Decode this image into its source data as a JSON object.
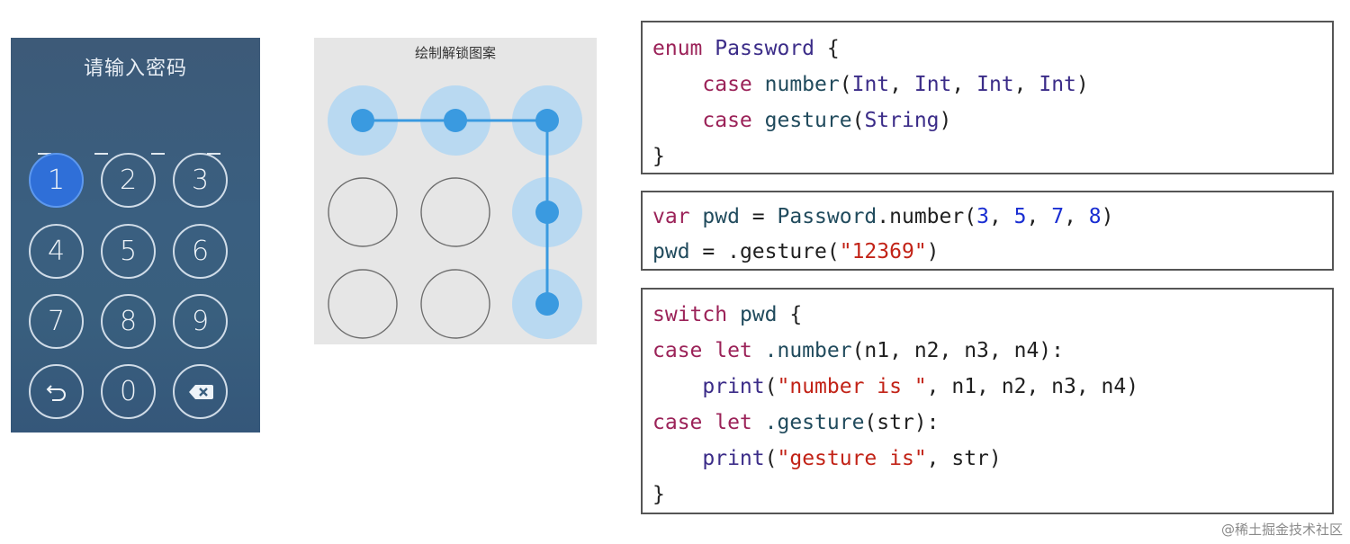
{
  "passcode": {
    "title": "请输入密码",
    "keys": [
      "1",
      "2",
      "3",
      "4",
      "5",
      "6",
      "7",
      "8",
      "9",
      "0"
    ],
    "active_key": "1",
    "icons": [
      "undo-arrow-icon",
      "backspace-delete-icon"
    ]
  },
  "pattern": {
    "title": "绘制解锁图案",
    "selected_dots": [
      1,
      2,
      3,
      6,
      9
    ],
    "colors": {
      "accent": "#3a9ae0",
      "halo": "#b9d9f1",
      "ring": "#6e6e6e"
    }
  },
  "code": {
    "box1": [
      "enum",
      "Password",
      "{",
      "case",
      "number",
      "Int",
      "Int",
      "Int",
      "Int",
      "case",
      "gesture",
      "String",
      "}"
    ],
    "box1_text": {
      "l1_kw": "enum",
      "l1_ty": "Password",
      "l1_rest": " {",
      "l2_kw": "case",
      "l2_fn": "number",
      "l2_p1": "(",
      "l2_t1": "Int",
      "l2_c1": ", ",
      "l2_t2": "Int",
      "l2_c2": ", ",
      "l2_t3": "Int",
      "l2_c3": ", ",
      "l2_t4": "Int",
      "l2_p2": ")",
      "l3_kw": "case",
      "l3_fn": "gesture",
      "l3_p1": "(",
      "l3_ty": "String",
      "l3_p2": ")",
      "l4": "}"
    },
    "box2_text": {
      "l1_kw": "var",
      "l1_fn": "pwd",
      "l1_eq": " = ",
      "l1_ty": "Password",
      "l1_dot": ".",
      "l1_m": "number",
      "l1_p1": "(",
      "l1_n1": "3",
      "l1_c1": ", ",
      "l1_n2": "5",
      "l1_c2": ", ",
      "l1_n3": "7",
      "l1_c3": ", ",
      "l1_n4": "8",
      "l1_p2": ")",
      "l2_fn": "pwd",
      "l2_eq": " = ",
      "l2_m": ".gesture",
      "l2_p1": "(",
      "l2_s": "\"12369\"",
      "l2_p2": ")"
    },
    "box3_text": {
      "l1_kw": "switch",
      "l1_fn": "pwd",
      "l1_rest": " {",
      "l2_kw": "case let",
      "l2_m": ".number",
      "l2_rest": "(n1, n2, n3, n4):",
      "l3_fn": "print",
      "l3_p1": "(",
      "l3_s": "\"number is \"",
      "l3_rest": ", n1, n2, n3, n4)",
      "l4_kw": "case let",
      "l4_m": ".gesture",
      "l4_rest": "(str):",
      "l5_fn": "print",
      "l5_p1": "(",
      "l5_s": "\"gesture is\"",
      "l5_rest": ", str)",
      "l6": "}"
    }
  },
  "credit": "@稀土掘金技术社区"
}
